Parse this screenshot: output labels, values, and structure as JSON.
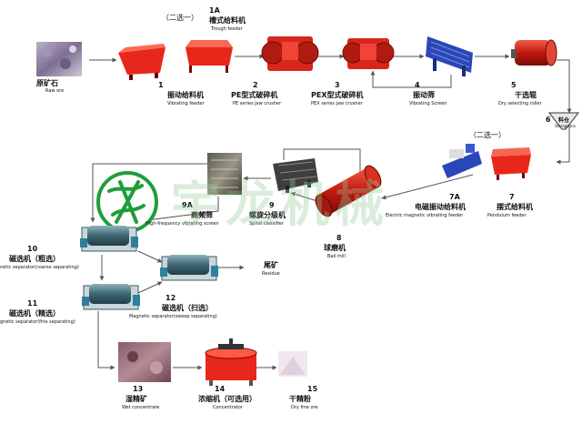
{
  "notes": {
    "choose_one_a": "（二选一）",
    "choose_one_b": "（二选一）"
  },
  "watermark": "宇龙机械",
  "colors": {
    "equipment": "#e8271b",
    "arrow": "#555555",
    "drum": "#4a7b8a",
    "logo": "#1f9d3a"
  },
  "nodes": [
    {
      "id": "raw",
      "num": "",
      "zh": "原矿石",
      "en": "Raw ore"
    },
    {
      "id": "n1",
      "num": "1",
      "zh": "振动给料机",
      "en": "Vibrating feeder"
    },
    {
      "id": "n1a",
      "num": "1A",
      "zh": "槽式给料机",
      "en": "Trough feeder"
    },
    {
      "id": "n2",
      "num": "2",
      "zh": "PE型式破碎机",
      "en": "PE series jaw crusher"
    },
    {
      "id": "n3",
      "num": "3",
      "zh": "PEX型式破碎机",
      "en": "PEX series jaw crusher"
    },
    {
      "id": "n4",
      "num": "4",
      "zh": "振动筛",
      "en": "Vibrating Screen"
    },
    {
      "id": "n5",
      "num": "5",
      "zh": "干选辊",
      "en": "Dry selecting roller"
    },
    {
      "id": "n6",
      "num": "6",
      "zh": "料仓",
      "en": "Storage bin"
    },
    {
      "id": "n7",
      "num": "7",
      "zh": "摆式给料机",
      "en": "Pendulum feeder"
    },
    {
      "id": "n7a",
      "num": "7A",
      "zh": "电磁振动给料机",
      "en": "Electric magnetic vibrating feeder"
    },
    {
      "id": "n8",
      "num": "8",
      "zh": "球磨机",
      "en": "Ball mill"
    },
    {
      "id": "n9",
      "num": "9",
      "zh": "螺旋分级机",
      "en": "Spiral classifier"
    },
    {
      "id": "n9a",
      "num": "9A",
      "zh": "高频筛",
      "en": "High-frequency vibrating screen"
    },
    {
      "id": "n10",
      "num": "10",
      "zh": "磁选机（粗选）",
      "en": "netic separator(coarse separating)"
    },
    {
      "id": "n11",
      "num": "11",
      "zh": "磁选机（精选）",
      "en": "gnetic separator(fine separating)"
    },
    {
      "id": "n12",
      "num": "12",
      "zh": "磁选机（扫选）",
      "en": "Magnetic separator(sweep separating)"
    },
    {
      "id": "tail",
      "num": "",
      "zh": "尾矿",
      "en": "Residue"
    },
    {
      "id": "n13",
      "num": "13",
      "zh": "湿精矿",
      "en": "Wet concentrate"
    },
    {
      "id": "n14",
      "num": "14",
      "zh": "浓缩机（可选用）",
      "en": "Concentrator"
    },
    {
      "id": "n15",
      "num": "15",
      "zh": "干精粉",
      "en": "Dry fine ore"
    }
  ]
}
